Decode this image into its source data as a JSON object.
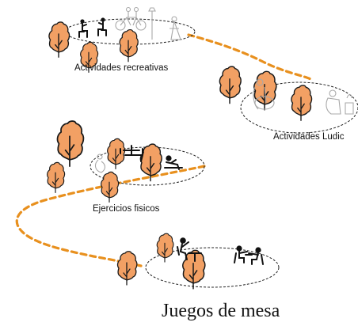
{
  "zones": [
    {
      "label": "Actividades recreativas"
    },
    {
      "label": "Actividades Ludic"
    },
    {
      "label": "Ejercicios fisicos"
    },
    {
      "label": "Juegos de mesa"
    }
  ],
  "colors": {
    "tree_fill": "#f2a064",
    "tree_stroke": "#1a1a1a",
    "path": "#e8901e",
    "ellipse": "#222222",
    "sketch": "#a8a8a8",
    "figure": "#111111"
  },
  "icons": [
    "tree-icon",
    "person-sitting-icon",
    "tandem-bicycle-icon",
    "lamp-icon",
    "person-lifting-icon",
    "bench-press-icon",
    "table-game-icon"
  ]
}
